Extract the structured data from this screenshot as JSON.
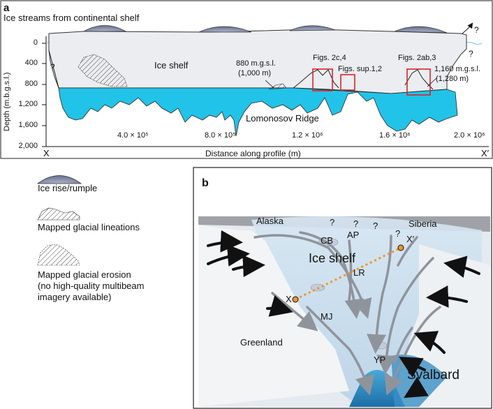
{
  "panel_a": {
    "label": "a",
    "title": "Ice streams from continental shelf",
    "y_axis_label": "Depth (m.b.g.s.l.)",
    "y_ticks": [
      "0",
      "400",
      "800",
      "1,200",
      "1,600",
      "2,000"
    ],
    "x_ticks": [
      "4.0 × 10⁵",
      "8.0 × 10⁵",
      "1.2 × 10⁶",
      "1.6 × 10⁶",
      "2.0 × 10⁶"
    ],
    "x_axis_label": "Distance along profile (m)",
    "x_start": "X",
    "x_end": "X′",
    "ice_shelf_label": "Ice shelf",
    "ridge_label": "Lomonosov Ridge",
    "annotation_880_line1": "880 m.g.s.l.",
    "annotation_880_line2": "(1,000 m)",
    "annotation_1160_line1": "1,160 m.g.s.l.",
    "annotation_1160_line2": "(1,280 m)",
    "fig_2c4": "Figs. 2c,4",
    "fig_sup": "Figs. sup.1,2",
    "fig_2ab3": "Figs. 2ab,3",
    "q_left": "?",
    "q_right_top": "?",
    "q_right_mid": "?",
    "colors": {
      "water": "#22c3e8",
      "ice": "#e9ebee",
      "rise": "#8a93aa",
      "box": "#d8232a"
    }
  },
  "legend": {
    "ice_rise": "Ice rise/rumple",
    "lineations": "Mapped glacial lineations",
    "erosion_line1": "Mapped glacial erosion",
    "erosion_line2": "(no high-quality multibeam",
    "erosion_line3": "imagery available)"
  },
  "panel_b": {
    "label": "b",
    "alaska": "Alaska",
    "siberia": "Siberia",
    "cb": "CB",
    "ap": "AP",
    "lr": "LR",
    "mj": "MJ",
    "yp": "YP",
    "ice_shelf": "Ice shelf",
    "greenland": "Greenland",
    "svalbard": "Svalbard",
    "x_point": "X",
    "x_prime_point": "X′",
    "questions": [
      "?",
      "?",
      "?",
      "?"
    ]
  }
}
